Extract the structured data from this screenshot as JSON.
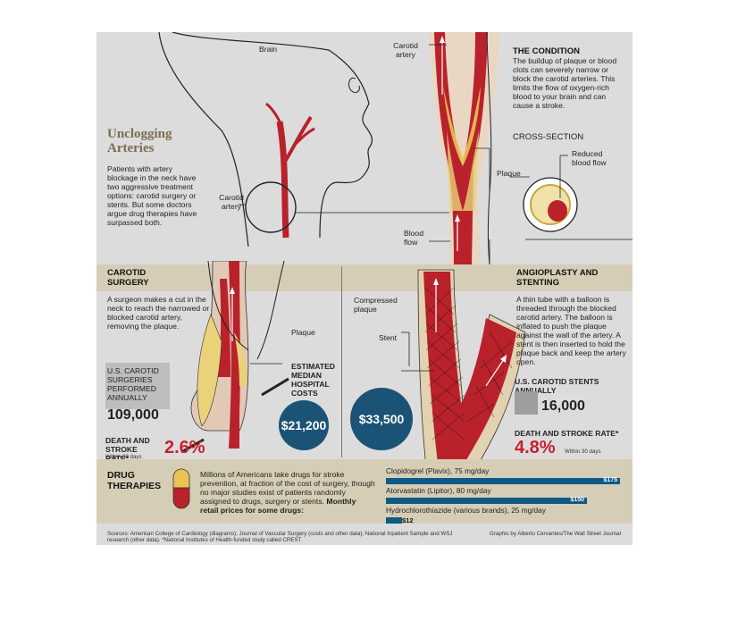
{
  "intro": {
    "title": "Unclogging Arteries",
    "body": "Patients with artery blockage in the neck have two aggressive treatment options: carotid surgery or stents. But some doctors argue drug therapies have surpassed both."
  },
  "top_labels": {
    "brain": "Brain",
    "carotid_artery_head": "Carotid artery",
    "carotid_artery_main": "Carotid artery",
    "plaque": "Plaque",
    "blood_flow": "Blood flow",
    "reduced_blood_flow": "Reduced blood flow"
  },
  "condition": {
    "title": "THE CONDITION",
    "body": "The buildup of plaque or blood clots can severely narrow or block the carotid arteries. This limits the flow of oxygen-rich blood to your brain and can cause a stroke."
  },
  "cross_section": {
    "title": "CROSS-SECTION"
  },
  "surgery": {
    "title": "CAROTID SURGERY",
    "body": "A surgeon makes a cut in the neck to reach the narrowed or blocked carotid artery, removing the plaque.",
    "plaque_label": "Plaque",
    "count_label": "U.S. CAROTID SURGERIES PERFORMED ANNUALLY",
    "count_value": "109,000",
    "risk_label": "DEATH AND STROKE RATE*",
    "risk_value": "2.6%",
    "risk_note": "Within 30 days"
  },
  "costs": {
    "label": "ESTIMATED MEDIAN HOSPITAL COSTS",
    "surgery_cost": "$21,200",
    "stent_cost": "$33,500"
  },
  "stenting": {
    "title": "ANGIOPLASTY AND STENTING",
    "body": "A thin tube with a balloon is threaded through the blocked carotid artery. The balloon is inflated to push the plaque against the wall of the artery. A stent is then inserted to hold the plaque back and keep the artery open.",
    "compressed_plaque": "Compressed plaque",
    "stent_label": "Stent",
    "count_label": "U.S. CAROTID STENTS ANNUALLY",
    "count_value": "16,000",
    "risk_label": "DEATH AND STROKE RATE*",
    "risk_value": "4.8%",
    "risk_note": "Within 30 days"
  },
  "drugs": {
    "title": "DRUG THERAPIES",
    "body": "Millions of Americans take drugs for stroke prevention, at fraction of the cost of surgery, though no major studies exist of patients randomly assigned to drugs, surgery or stents.",
    "body_bold": "Monthly retail prices for some drugs:"
  },
  "chart_data": {
    "type": "bar",
    "title": "Monthly retail prices for some drugs:",
    "categories": [
      "Clopidogrel (Plavix), 75 mg/day",
      "Atorvastatin (Lipitor), 80 mg/day",
      "Hydrochlorothiazide (various brands), 25 mg/day"
    ],
    "values": [
      175,
      150,
      12
    ],
    "value_labels": [
      "$175",
      "$150",
      "$12"
    ],
    "xlim": [
      0,
      175
    ],
    "orientation": "horizontal",
    "color": "#0e5a86"
  },
  "footer": {
    "sources": "Sources: American College of Cardiology (diagrams); Journal of Vascular Surgery (costs and other data); National Inpatient Sample and WSJ research (other data). *National Institutes of Health-funded study called CREST",
    "credit": "Graphic by Alberto Cervantes/The Wall Street Journal"
  },
  "colors": {
    "artery_red": "#b9212b",
    "plaque_yellow": "#e9d27a",
    "cost_circle": "#1b5376",
    "bar_blue": "#0e5a86",
    "band_tan": "#d6cdb6"
  }
}
